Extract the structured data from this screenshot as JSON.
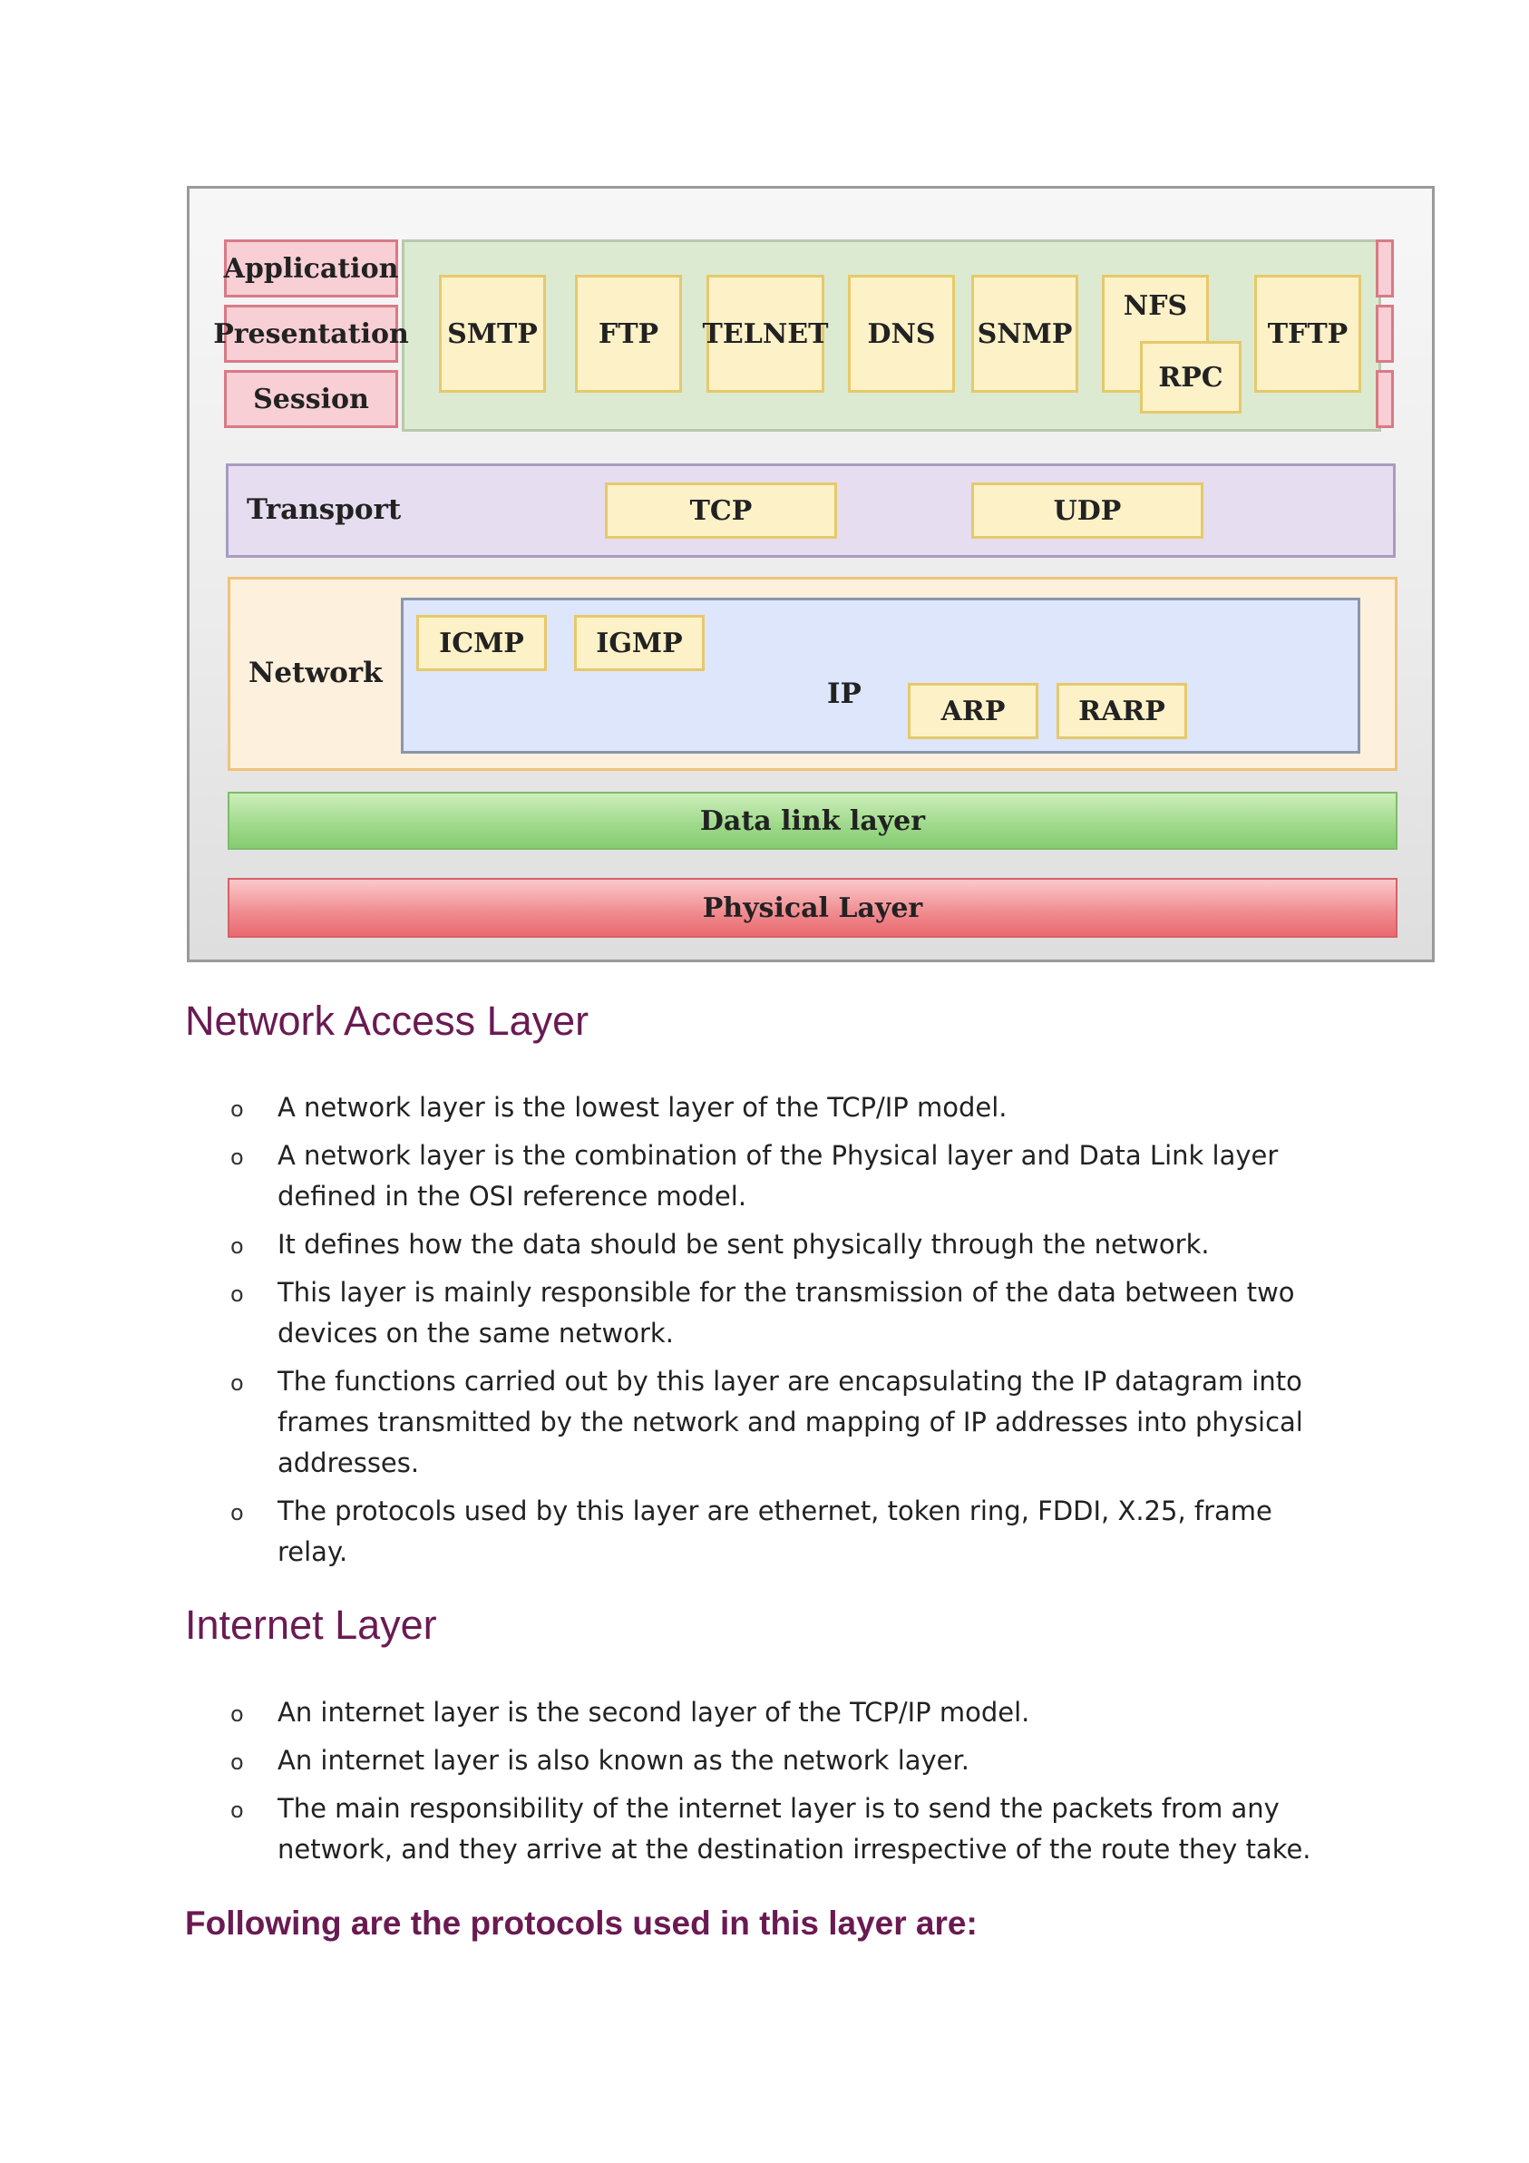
{
  "diagram": {
    "osi_layers": [
      "Application",
      "Presentation",
      "Session"
    ],
    "application_protocols": [
      "SMTP",
      "FTP",
      "TELNET",
      "DNS",
      "SNMP",
      "NFS",
      "RPC",
      "TFTP"
    ],
    "transport": {
      "label": "Transport",
      "protocols": [
        "TCP",
        "UDP"
      ]
    },
    "network": {
      "label": "Network",
      "ip_label": "IP",
      "protocols": [
        "ICMP",
        "IGMP",
        "ARP",
        "RARP"
      ]
    },
    "data_link": "Data link layer",
    "physical": "Physical Layer"
  },
  "sections": [
    {
      "heading": "Network Access Layer",
      "bullets": [
        "A network layer is the lowest layer of the TCP/IP model.",
        "A network layer is the combination of the Physical layer and Data Link layer defined in the OSI reference model.",
        "It defines how the data should be sent physically through the network.",
        "This layer is mainly responsible for the transmission of the data between two devices on the same network.",
        "The functions carried out by this layer are encapsulating the IP datagram into frames transmitted by the network and mapping of IP addresses into physical addresses.",
        "The protocols used by this layer are ethernet, token ring, FDDI, X.25, frame relay."
      ]
    },
    {
      "heading": "Internet Layer",
      "bullets": [
        "An internet layer is the second layer of the TCP/IP model.",
        "An internet layer is also known as the network layer.",
        "The main responsibility of the internet layer is to send the packets from any network, and they arrive at the destination irrespective of the route they take."
      ]
    }
  ],
  "footer_heading": "Following are the protocols used in this layer are:",
  "bullet_symbol": "o"
}
